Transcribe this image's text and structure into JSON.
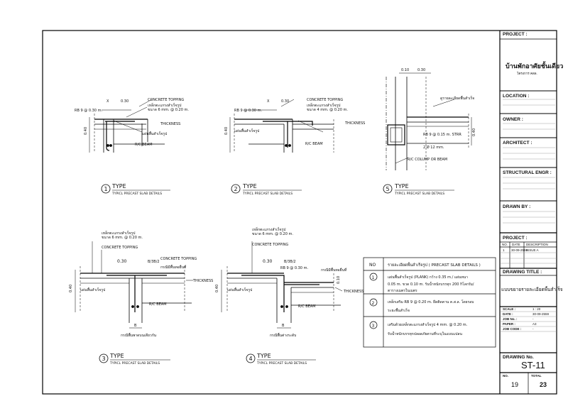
{
  "title_block": {
    "project_label": "PROJECT :",
    "project_name": "บ้านพักอาศัยชั้นเดียว",
    "project_sub": "โครงการ คสล.",
    "location_label": "LOCATION :",
    "owner_label": "OWNER :",
    "architect_label": "ARCHITECT :",
    "structural_label": "STRUCTURAL ENGR :",
    "drawn_by_label": "DRAWN BY :",
    "rev_project_label": "PROJECT :",
    "rev_headers": [
      "NO.",
      "DATE",
      "DESCRIPTION"
    ],
    "rev_row": [
      "1",
      "30-09-2559",
      "ISSUE A"
    ],
    "drawing_title_label": "DRAWING TITLE :",
    "drawing_title": "แบบขยายรายละเอียดพื้นสำเร็จ",
    "scale_label": "SCALE :",
    "scale_value": "1 : 20",
    "date_label": "DATE :",
    "date_value": "30-09-2559",
    "job_label": "JOB No. :",
    "job_value": "-",
    "paper_label": "PAPER :",
    "paper_value": "A3",
    "jobcode_label": "JOB CODE :",
    "jobcode_value": "-",
    "drawing_no_label": "DRAWING No.",
    "drawing_no": "ST-11",
    "no_label": "NO.",
    "no_value": "19",
    "total_label": "TOTAL",
    "total_value": "23"
  },
  "details": [
    {
      "num": "1",
      "type": "TYPE",
      "subtitle": "TYPICL PRECAST SLAB DETAILS",
      "rb": "RB 9 @ 0.30 m.",
      "dim_x": "X",
      "dim_030": "0.30",
      "topping": "CONCRETE TOPPING",
      "mesh1": "เหล็กตะแกรงสำเร็จรูป",
      "mesh2": "ขนาด 6 mm. @ 0.20 m.",
      "thickness": "THICKNESS",
      "plank": "แผ่นพื้นสำเร็จรูป",
      "beam": "R/C BEAM",
      "height": "0.40"
    },
    {
      "num": "2",
      "type": "TYPE",
      "subtitle": "TYPICL PRECAST SLAB DETAILS",
      "rb": "RB 9 @ 0.30 m.",
      "dim_x": "X",
      "dim_030": "0.30",
      "topping": "CONCRETE TOPPING",
      "mesh1": "เหล็กตะแกรงสำเร็จรูป",
      "mesh2": "ขนาด 4 mm. @ 0.20 m.",
      "thickness": "THICKNESS",
      "plank": "แผ่นพื้นสำเร็จรูป",
      "beam": "R/C BEAM",
      "height": "0.40"
    },
    {
      "num": "5",
      "type": "TYPE",
      "subtitle": "TYPICL PRECAST SLAB DETAILS",
      "dim_010": "0.10",
      "dim_030": "0.30",
      "note": "ดูรายละเอียดพื้นสำเร็จ",
      "rb": "RB 9 @ 0.15 m. STRR",
      "bars": "2 Ø 12 mm.",
      "column": "R/C COLUMP OR BEAM",
      "height": "0.40"
    },
    {
      "num": "3",
      "type": "TYPE",
      "subtitle": "TYPICL PRECAST SLAB DETAILS",
      "mesh1": "เหล็กตะแกรงสำเร็จรูป",
      "mesh2": "ขนาด 6 mm. @ 0.20 m.",
      "topping": "CONCRETE TOPPING",
      "dim_030": "0.30",
      "dim_b": "B/3B/2",
      "topping2": "CONCRETE TOPPING",
      "side_note": "กรณีมีพื้นทอยื่นที่",
      "thickness": "THICKNESS",
      "plank": "แผ่นพื้นสำเร็จรูป",
      "beam": "R/C BEAM",
      "dim_bottom": "B",
      "caption": "กรณีพื้นพาดบนเดียวกัน",
      "height": "0.40"
    },
    {
      "num": "4",
      "type": "TYPE",
      "subtitle": "TYPICL PRECAST SLAB DETAILS",
      "mesh1": "เหล็กตะแกรงสำเร็จรูป",
      "mesh2": "ขนาด 6 mm. @ 0.20 m.",
      "topping": "CONCRETE TOPPING",
      "dim_030": "0.30",
      "dim_b": "B/3B/2",
      "rb": "RB 9 @ 0.30 m.",
      "side_note": "กรณีมีพื้นทอยื่นที่",
      "dim_010": "0.10",
      "thickness": "THICKNESS",
      "plank": "แผ่นพื้นสำเร็จรูป",
      "beam": "R/C BEAM",
      "dim_bottom": "B",
      "caption": "กรณีพื้นต่างระดับ",
      "height": "0.40"
    }
  ],
  "notes_table": {
    "no_header": "NO",
    "title": "รายละเอียดพื้นสำเร็จรูป ( PRECAST SLAB DETAILS )",
    "rows": [
      {
        "num": "1",
        "lines": [
          "แผ่นพื้นสำเร็จรูป (PLANK) กว้าง 0.35 m./ แผ่นหนา",
          "0.05 m. ขวด 0.10 m. รับน้ำหนักบรรทุก 200 กิโลกรัม/",
          "ตารางเมตรในเมตร"
        ]
      },
      {
        "num": "2",
        "lines": [
          "เหล็กเสริม RB 9 @ 0.20 m. ยึดติดคาน ค.ส.ล. โดยรอบ",
          "ระยะพื้นสำเร็จ"
        ]
      },
      {
        "num": "3",
        "lines": [
          "เสริมด้วยเหล็กตะแกรงสำเร็จรูป 4 mm. @ 0.20 m.",
          "รับน้ำหนักบรรทุกปลอดภัยตามที่ระบุในแบบแปลน"
        ]
      }
    ]
  }
}
